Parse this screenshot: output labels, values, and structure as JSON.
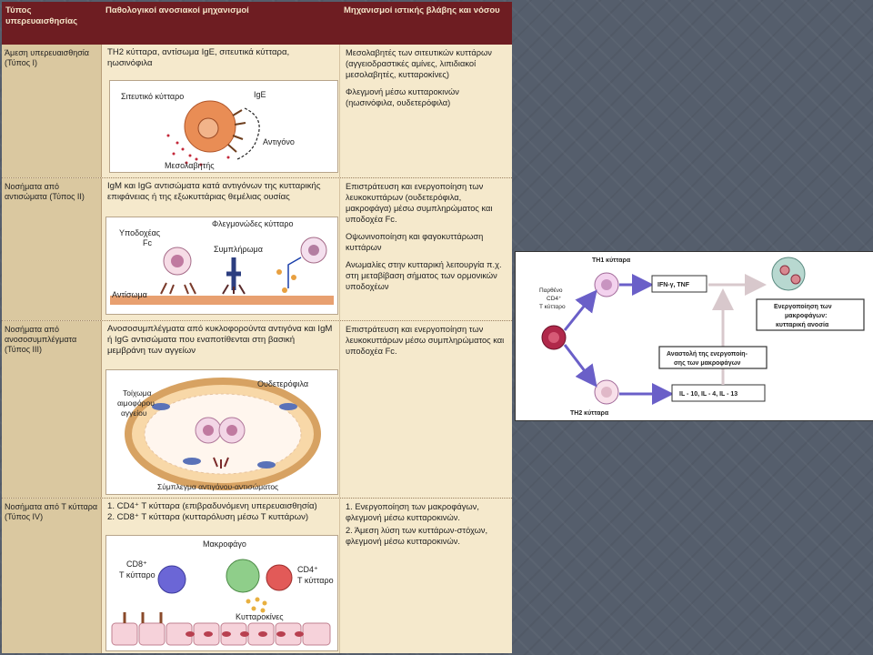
{
  "header": {
    "col1": "Τύπος υπερευαισθησίας",
    "col2": "Παθολογικοί ανοσιακοί μηχανισμοί",
    "col3": "Μηχανισμοί ιστικής βλάβης και νόσου"
  },
  "rows": [
    {
      "type_label": "Άμεση υπερευαισθησία (Τύπος I)",
      "mechanism": "TH2 κύτταρα, αντίσωμα IgE, σιτευτικά κύτταρα, ηωσινόφιλα",
      "damage": [
        "Μεσολαβητές των σιτευτικών κυττάρων (αγγειοδραστικές αμίνες, λιπιδιακοί μεσολαβητές, κυτταροκίνες)",
        "Φλεγμονή μέσω κυτταροκινών (ηωσινόφιλα, ουδετερόφιλα)"
      ],
      "figure": {
        "mast_cell": "Σιτευτικό κύτταρο",
        "ige": "IgE",
        "antigen": "Αντιγόνο",
        "mediators": "Μεσολαβητής"
      }
    },
    {
      "type_label": "Νοσήματα από αντισώματα (Τύπος II)",
      "mechanism": "IgM και IgG αντισώματα κατά αντιγόνων της κυτταρικής επιφάνειας ή της εξωκυττάριας θεμέλιας ουσίας",
      "damage": [
        "Επιστράτευση και ενεργοποίηση των λευκοκυττάρων (ουδετερόφιλα, μακροφάγα) μέσω συμπληρώματος και υποδοχέα Fc.",
        "Οψωνινοποίηση και φαγοκυττάρωση κυττάρων",
        "Ανωμαλίες στην κυτταρική λειτουργία π.χ. στη μεταβίβαση σήματος των ορμονικών υποδοχέων"
      ],
      "figure": {
        "fc_receptor_1": "Υποδοχέας",
        "fc_receptor_2": "Fc",
        "inflammatory_cell": "Φλεγμονώδες κύτταρο",
        "complement": "Συμπλήρωμα",
        "antibody": "Αντίσωμα"
      }
    },
    {
      "type_label": "Νοσήματα από ανοσοσυμπλέγματα (Τύπος III)",
      "mechanism": "Ανοσοσυμπλέγματα από κυκλοφορούντα αντιγόνα και IgM ή IgG αντισώματα που εναποτίθενται στη βασική μεμβράνη των αγγείων",
      "damage": [
        "Επιστράτευση και ενεργοποίηση των λευκοκυττάρων μέσω συμπληρώματος και υποδοχέα Fc."
      ],
      "figure": {
        "neutrophil": "Ουδετερόφιλα",
        "vessel_wall_1": "Τοίχωμα",
        "vessel_wall_2": "αιμοφόρου",
        "vessel_wall_3": "αγγείου",
        "immune_complex": "Σύμπλεγμα αντιγόνου-αντισώματος"
      }
    },
    {
      "type_label": "Νοσήματα από Τ κύτταρα (Τύπος IV)",
      "mechanism_items": [
        "1. CD4⁺ T κύτταρα (επιβραδυνόμενη υπερευαισθησία)",
        "2. CD8⁺ T κύτταρα (κυτταρόλυση μέσω Τ κυττάρων)"
      ],
      "damage": [
        "1. Ενεργοποίηση των μακροφάγων, φλεγμονή μέσω κυτταροκινών.",
        "2. Άμεση λύση των κυττάρων-στόχων, φλεγμονή μέσω κυτταροκινών."
      ],
      "figure": {
        "macrophage": "Μακροφάγο",
        "cd8_1": "CD8⁺",
        "cd8_2": "T κύτταρο",
        "cd4_1": "CD4⁺",
        "cd4_2": "T κύτταρο",
        "cytokines": "Κυτταροκίνες"
      }
    }
  ],
  "inset": {
    "th1": "TH1 κύτταρα",
    "th2": "TH2 κύτταρα",
    "naive_1": "Παρθένο",
    "naive_2": "CD4⁺",
    "naive_3": "T κύτταρο",
    "th1_product": "IFN-γ, TNF",
    "th2_product": "IL - 10, IL - 4, IL - 13",
    "activation_1": "Ενεργοποίηση των",
    "activation_2": "μακροφάγων:",
    "activation_3": "κυτταρική ανοσία",
    "inhibition_1": "Αναστολή της ενεργοποίη-",
    "inhibition_2": "σης των μακροφάγων"
  },
  "colors": {
    "header_bg": "#6e1d22",
    "paper": "#f5e9cc",
    "slide_bg": "#555e6c",
    "arrow": "#6a5fc8"
  }
}
